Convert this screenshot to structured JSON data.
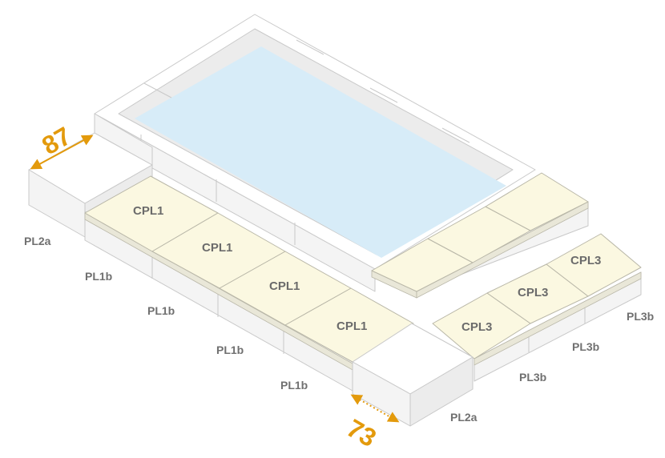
{
  "colors": {
    "water": "#d7ecf8",
    "slab": "#fbf8e1",
    "block": "#ffffff",
    "dimension": "#e39a0c",
    "label": "#707070"
  },
  "tiles": {
    "front_row": [
      "CPL1",
      "CPL1",
      "CPL1",
      "CPL1"
    ],
    "side_row": [
      "CPL3",
      "CPL3",
      "CPL3"
    ]
  },
  "blocks": {
    "left_corner": "PL2a",
    "front_row": [
      "PL1b",
      "PL1b",
      "PL1b",
      "PL1b"
    ],
    "right_corner": "PL2a",
    "side_row": [
      "PL3b",
      "PL3b",
      "PL3b"
    ]
  },
  "dimensions": {
    "left_width": "87",
    "right_width": "73"
  }
}
